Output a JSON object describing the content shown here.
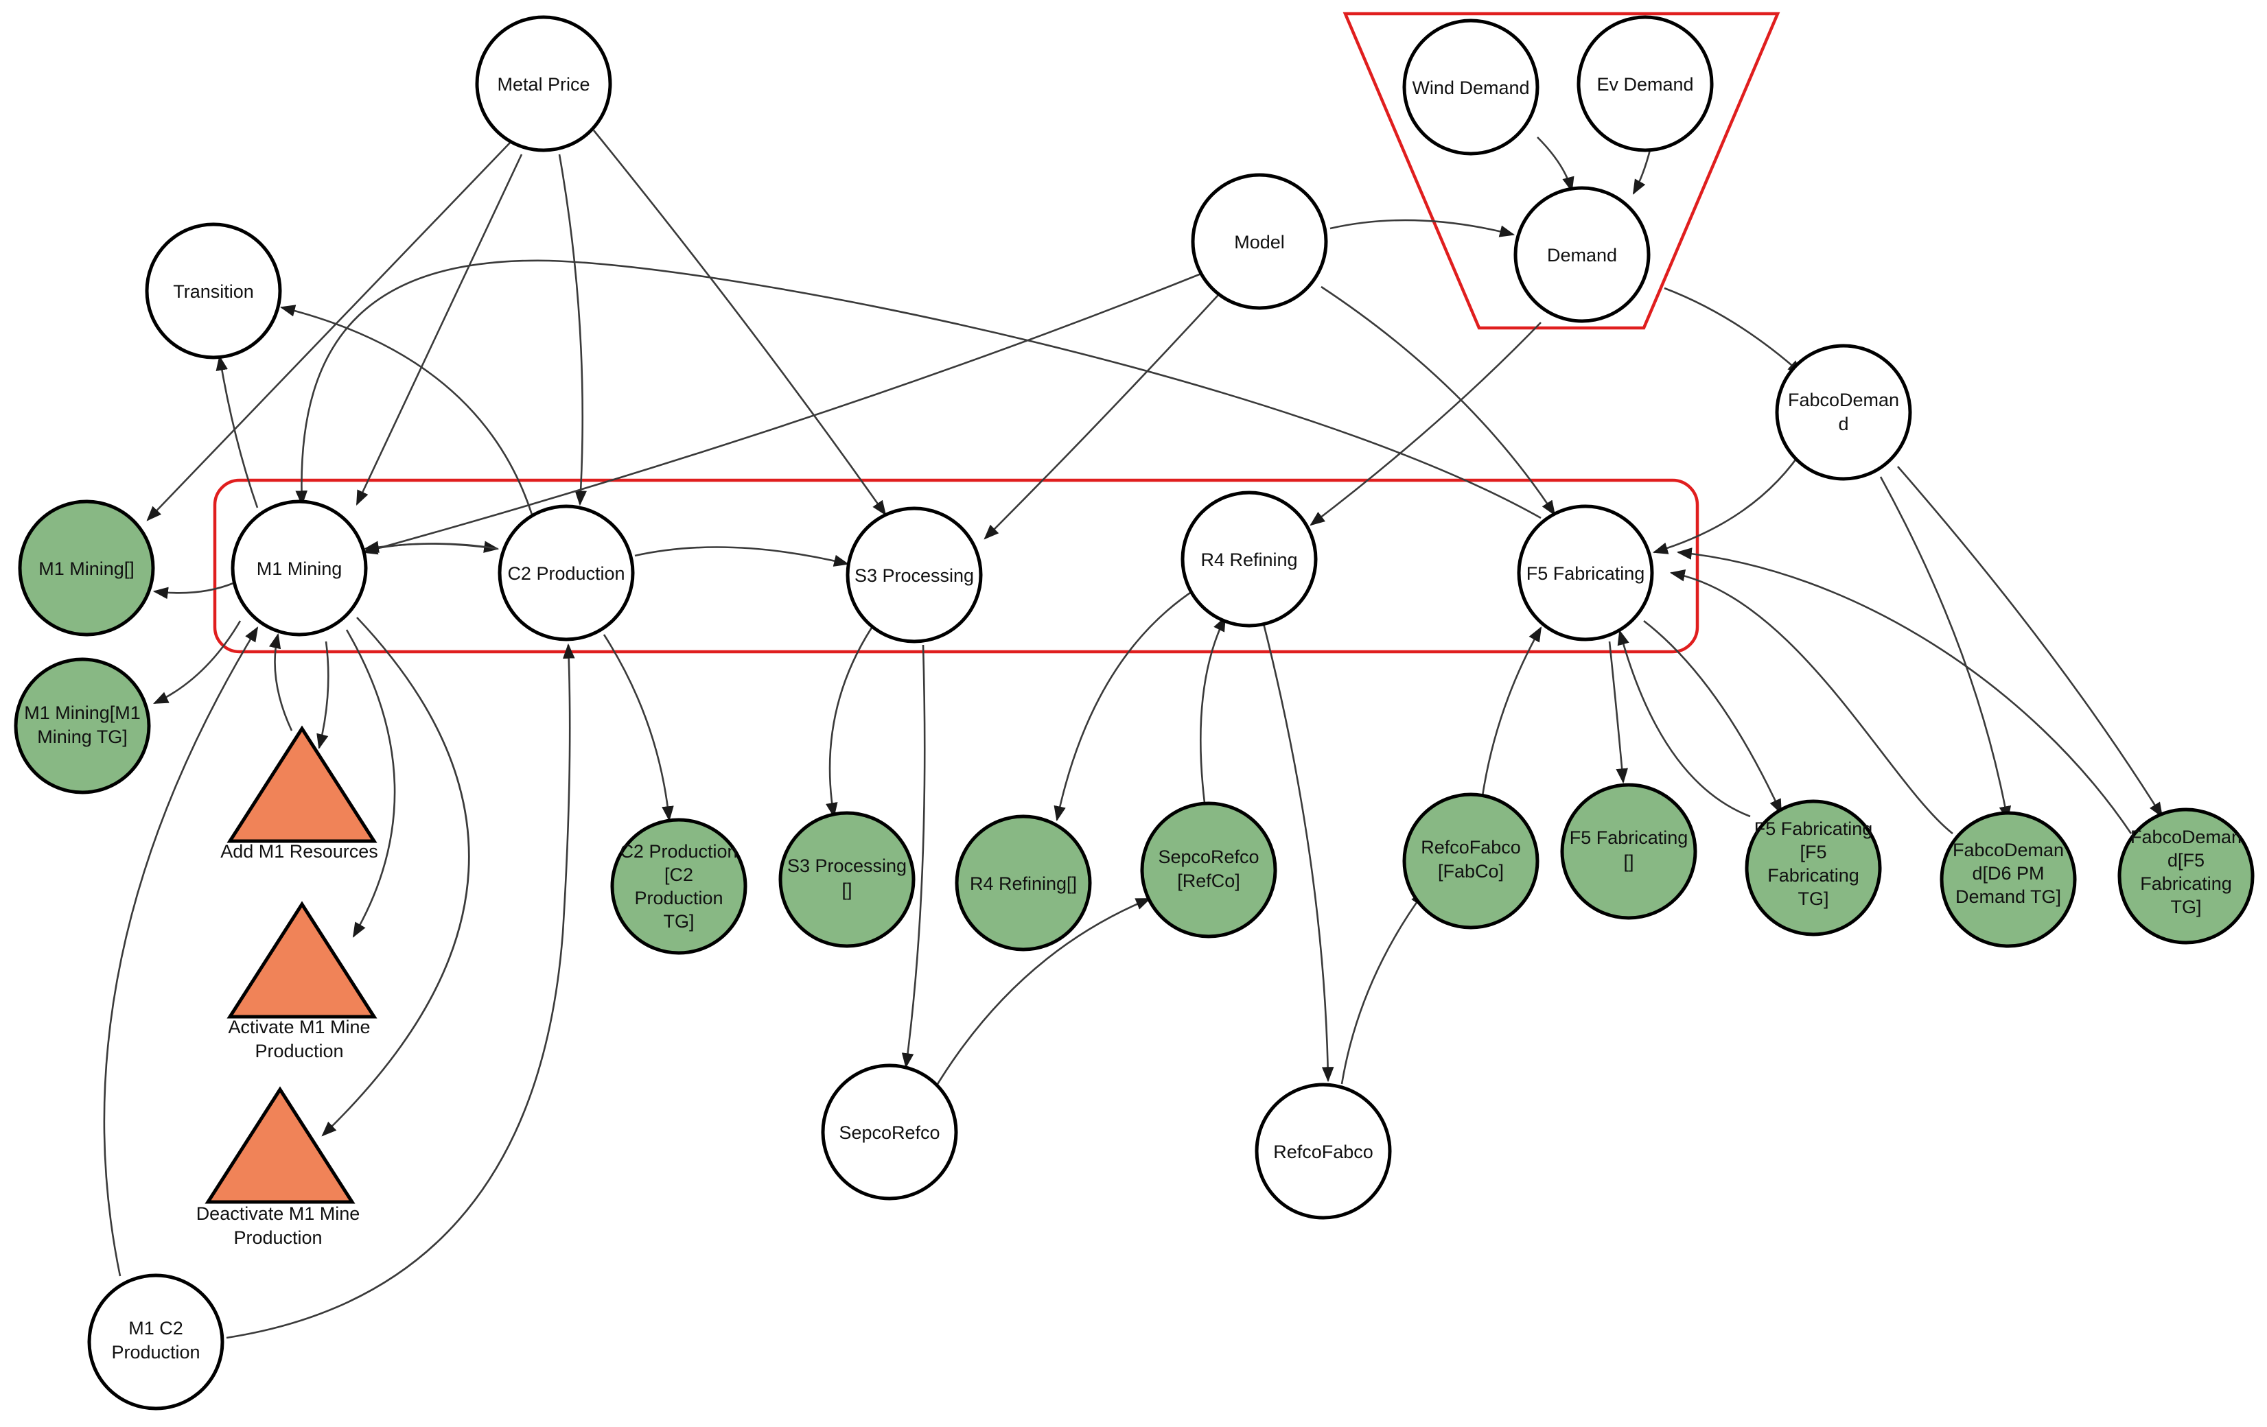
{
  "nodes": {
    "metal_price": "Metal Price",
    "wind_demand": "Wind Demand",
    "ev_demand": "Ev Demand",
    "demand": "Demand",
    "model": "Model",
    "transition": "Transition",
    "fabco_demand": [
      "FabcoDeman",
      "d"
    ],
    "m1_mining": "M1 Mining",
    "c2_production": "C2 Production",
    "s3_processing": "S3 Processing",
    "r4_refining": "R4 Refining",
    "f5_fabricating": "F5 Fabricating",
    "sepco_refco": "SepcoRefco",
    "refco_fabco": "RefcoFabco",
    "m1_c2_production": [
      "M1 C2",
      "Production"
    ],
    "m1_mining_arr": "M1 Mining[]",
    "m1_mining_tg": [
      "M1 Mining[M1",
      "Mining TG]"
    ],
    "c2_production_tg": [
      "C2 Production",
      "[C2",
      "Production",
      "TG]"
    ],
    "s3_processing_arr": [
      "S3 Processing",
      "[]"
    ],
    "r4_refining_arr": "R4 Refining[]",
    "sepco_refco_refco": [
      "SepcoRefco",
      "[RefCo]"
    ],
    "refco_fabco_fabco": [
      "RefcoFabco",
      "[FabCo]"
    ],
    "f5_fabricating_arr": [
      "F5 Fabricating",
      "[]"
    ],
    "f5_fabricating_tg": [
      "F5 Fabricating",
      "[F5",
      "Fabricating",
      "TG]"
    ],
    "fabco_demand_d6": [
      "FabcoDeman",
      "d[D6 PM",
      "Demand TG]"
    ],
    "fabco_demand_f5": [
      "FabcoDeman",
      "d[F5",
      "Fabricating",
      "TG]"
    ]
  },
  "actions": {
    "add_m1_resources": [
      "Add M1 Resources"
    ],
    "activate_m1_mine_production": [
      "Activate M1 Mine",
      "Production"
    ],
    "deactivate_m1_mine_production": [
      "Deactivate M1 Mine",
      "Production"
    ]
  },
  "colors": {
    "stock_fill": "#ffffff",
    "variable_fill": "#88b884",
    "action_fill": "#f08358",
    "highlight_frame": "#e01e1e"
  }
}
